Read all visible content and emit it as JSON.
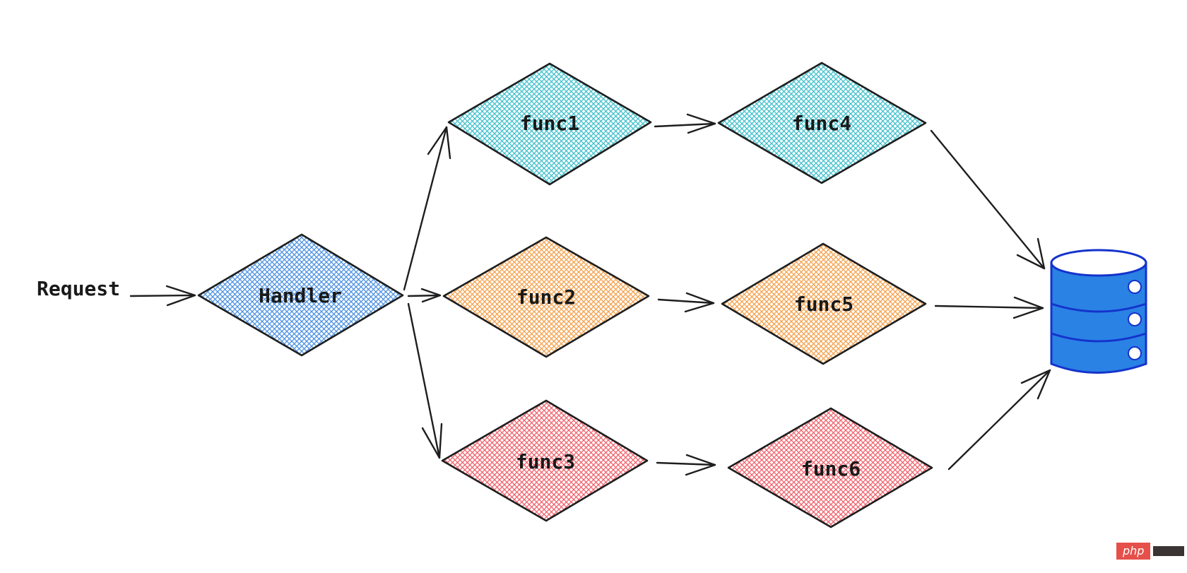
{
  "diagram": {
    "request_label": "Request",
    "nodes": [
      {
        "id": "handler",
        "label": "Handler",
        "color": "#4a90e2"
      },
      {
        "id": "func1",
        "label": "func1",
        "color": "#3dbfcb"
      },
      {
        "id": "func2",
        "label": "func2",
        "color": "#f5a04a"
      },
      {
        "id": "func3",
        "label": "func3",
        "color": "#f0606a"
      },
      {
        "id": "func4",
        "label": "func4",
        "color": "#3dbfcb"
      },
      {
        "id": "func5",
        "label": "func5",
        "color": "#f5a04a"
      },
      {
        "id": "func6",
        "label": "func6",
        "color": "#f0606a"
      }
    ],
    "edges": [
      {
        "from": "request",
        "to": "handler"
      },
      {
        "from": "handler",
        "to": "func1"
      },
      {
        "from": "handler",
        "to": "func2"
      },
      {
        "from": "handler",
        "to": "func3"
      },
      {
        "from": "func1",
        "to": "func4"
      },
      {
        "from": "func2",
        "to": "func5"
      },
      {
        "from": "func3",
        "to": "func6"
      },
      {
        "from": "func4",
        "to": "database"
      },
      {
        "from": "func5",
        "to": "database"
      },
      {
        "from": "func6",
        "to": "database"
      }
    ],
    "database": {
      "icon": "database-icon",
      "color": "#2a82e4"
    }
  },
  "watermark": {
    "logo_text": "php"
  }
}
